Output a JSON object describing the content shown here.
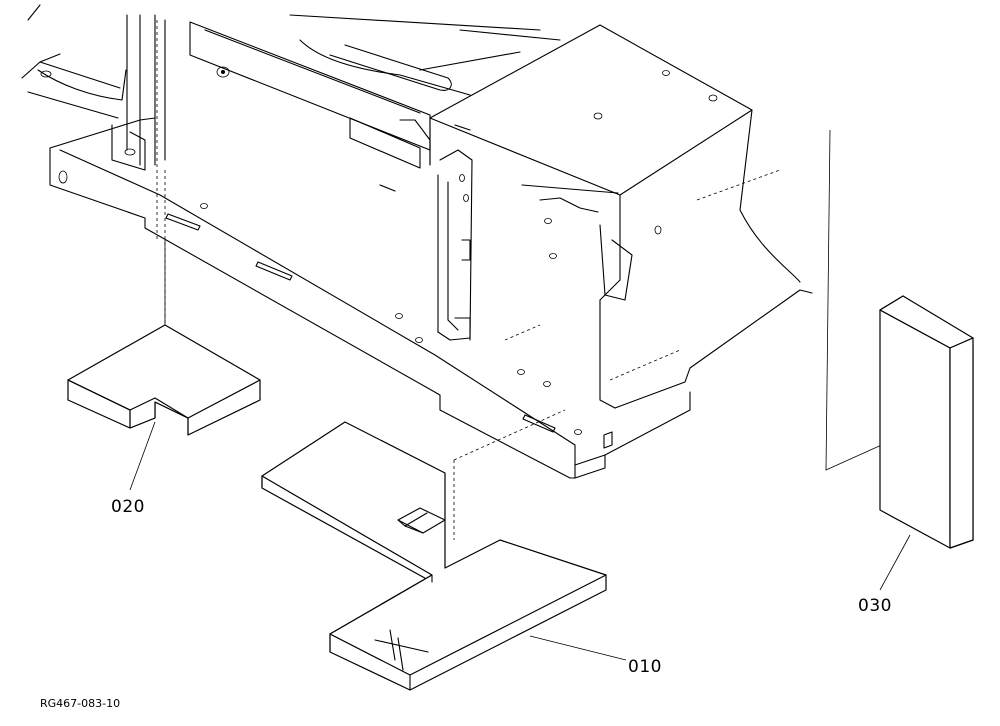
{
  "drawing_code": "RG467-083-10",
  "parts": [
    {
      "id": "part-010",
      "label": "010"
    },
    {
      "id": "part-020",
      "label": "020"
    },
    {
      "id": "part-030",
      "label": "030"
    }
  ]
}
